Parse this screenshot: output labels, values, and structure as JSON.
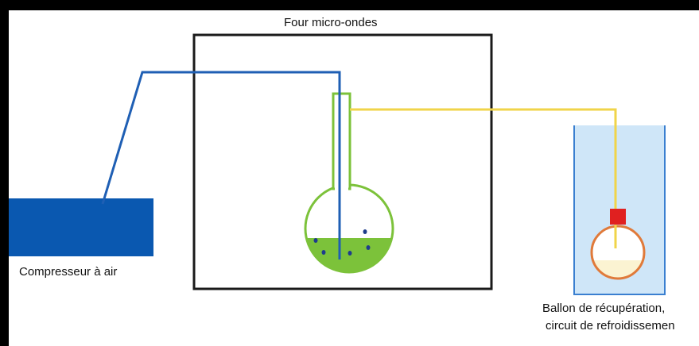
{
  "labels": {
    "oven": "Four micro-ondes",
    "compressor": "Compresseur à air",
    "recovery_line1": "Ballon de récupération,",
    "recovery_line2": "circuit de refroidissemen"
  },
  "colors": {
    "background": "#ffffff",
    "border": "#000000",
    "oven_outline": "#1a1a1a",
    "air_line": "#1f5fb4",
    "compressor": "#0a58b0",
    "vapor_line": "#f0d44a",
    "flask_outline": "#7cc23a",
    "flask_liquid": "#7cc23a",
    "particles": "#1e3c8c",
    "cooling_bath": "#cfe6f8",
    "bath_outline": "#3a7fd0",
    "stopper": "#e02020",
    "recovery_flask": "#e07a3a",
    "condensate": "#fbf3d2"
  }
}
